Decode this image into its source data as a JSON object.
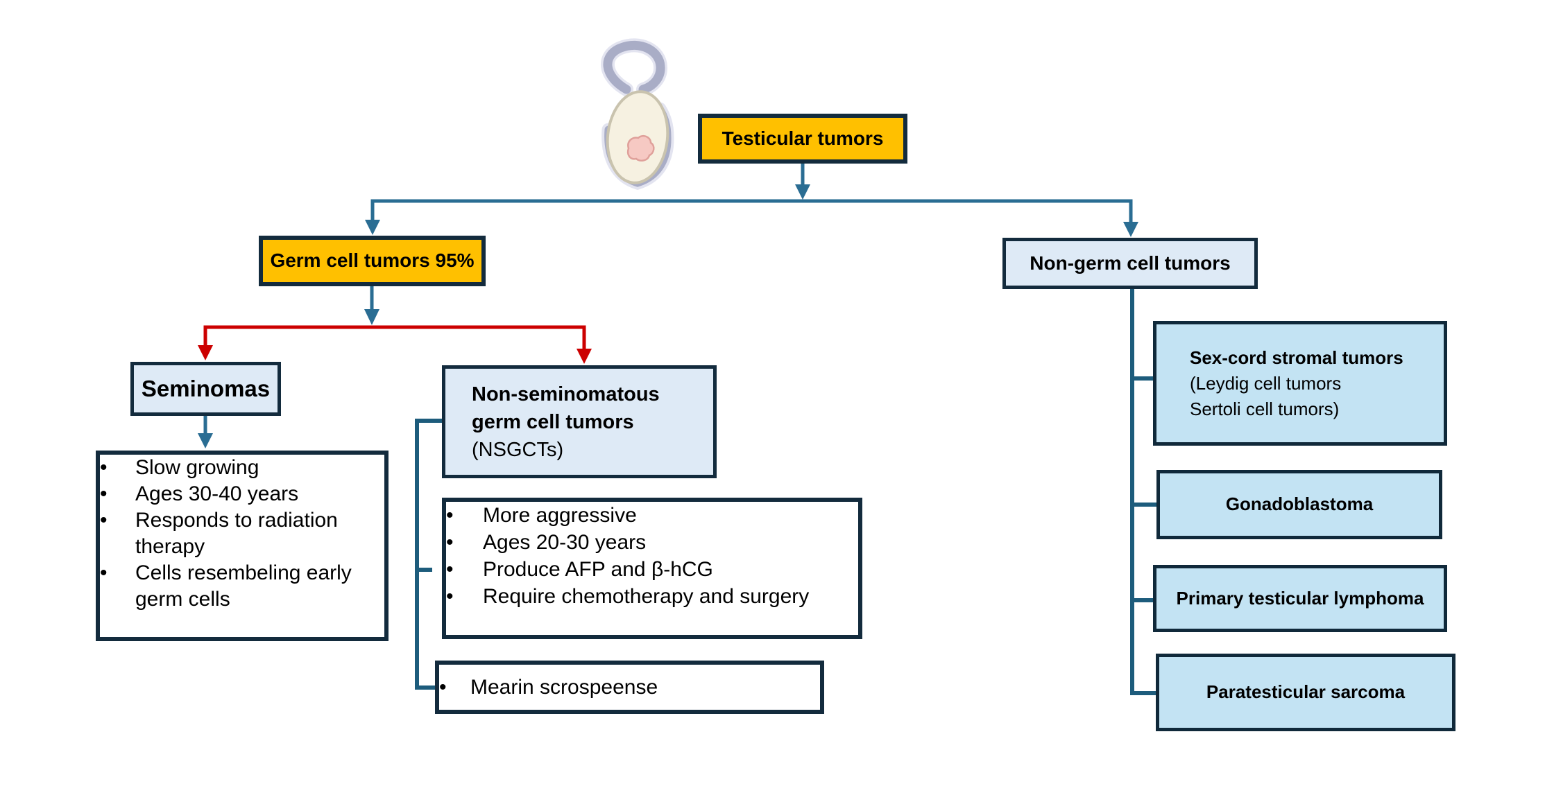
{
  "colors": {
    "gold": "#FFC000",
    "light_blue": "#DEEAF6",
    "sky_blue": "#C3E3F3",
    "border_dark": "#132B3D",
    "teal_line": "#2A6D93",
    "bracket_teal": "#1D5C7C",
    "red_line": "#CC0000"
  },
  "root": {
    "label": "Testicular tumors"
  },
  "germ": {
    "label": "Germ cell tumors 95%",
    "seminomas": {
      "label": "Seminomas",
      "features": [
        "Slow growing",
        "Ages 30-40 years",
        "Responds to radiation therapy",
        "Cells resembeling early germ cells"
      ]
    },
    "nsgct": {
      "label": "Non-seminomatous germ cell tumors",
      "abbrev": "(NSGCTs)",
      "features": [
        "More aggressive",
        "Ages 20-30 years",
        "Produce AFP and β-hCG",
        "Require chemotherapy and surgery"
      ],
      "note": "Mearin scrospeense"
    }
  },
  "non_germ": {
    "label": "Non-germ cell tumors",
    "children": [
      {
        "title": "Sex-cord stromal tumors",
        "sub1": "(Leydig cell tumors",
        "sub2": "Sertoli cell tumors)"
      },
      {
        "title": "Gonadoblastoma"
      },
      {
        "title": "Primary testicular lymphoma"
      },
      {
        "title": "Paratesticular sarcoma"
      }
    ]
  },
  "illustration": {
    "name": "testis-with-tumor-illustration"
  }
}
